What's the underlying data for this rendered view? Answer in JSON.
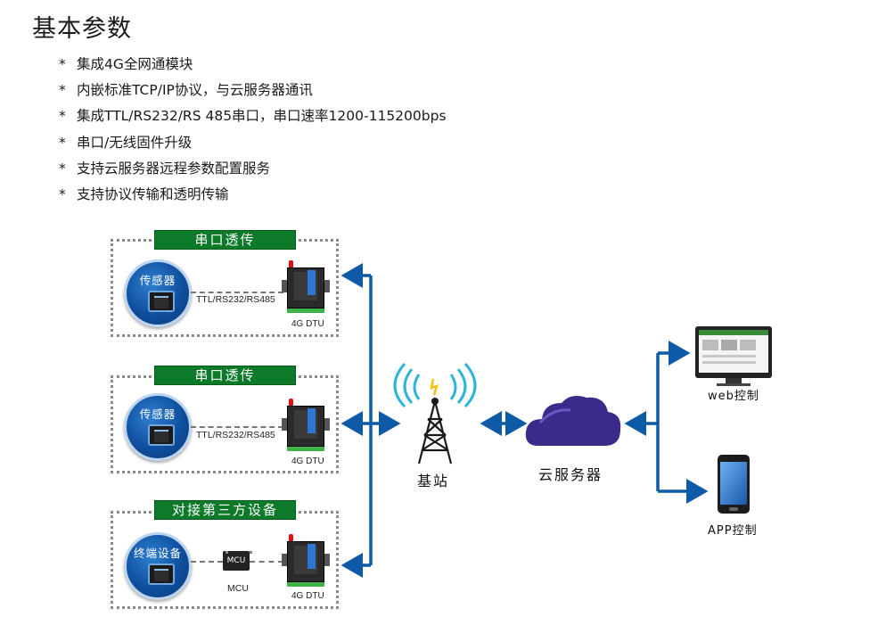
{
  "title": "基本参数",
  "features": [
    "集成4G全网通模块",
    "内嵌标准TCP/IP协议，与云服务器通讯",
    "集成TTL/RS232/RS 485串口，串口速率1200-115200bps",
    "串口/无线固件升级",
    "支持云服务器远程参数配置服务",
    "支持协议传输和透明传输"
  ],
  "bullet": "*",
  "panels": [
    {
      "banner": "串口透传",
      "device": "传感器",
      "link": "TTL/RS232/RS485",
      "dtu": "4G DTU"
    },
    {
      "banner": "串口透传",
      "device": "传感器",
      "link": "TTL/RS232/RS485",
      "dtu": "4G DTU"
    },
    {
      "banner": "对接第三方设备",
      "device": "终端设备",
      "mcu_chip": "MCU",
      "mcu_label": "MCU",
      "dtu": "4G DTU"
    }
  ],
  "base_station": "基站",
  "cloud": "云服务器",
  "web_control": "web控制",
  "app_control": "APP控制",
  "colors": {
    "banner": "#0d7a2a",
    "arrow": "#0d5aa7",
    "cloud": "#3c2a8a",
    "circle": "#0f4f9e"
  }
}
